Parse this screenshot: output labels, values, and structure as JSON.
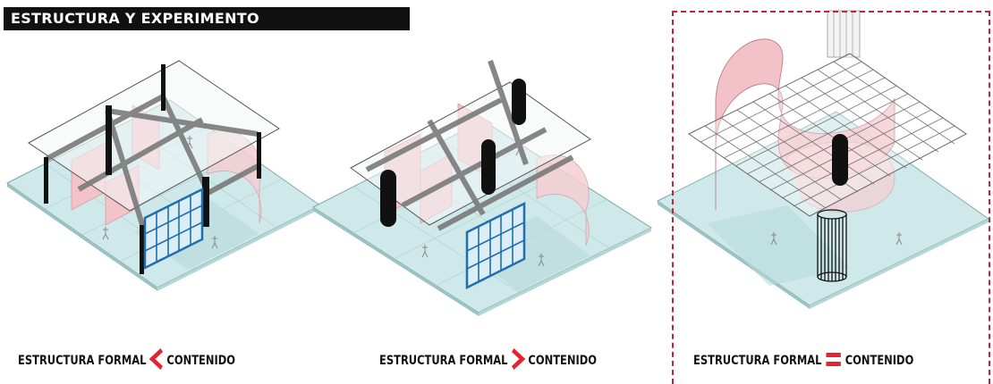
{
  "title": "ESTRUCTURA Y  EXPERIMENTO",
  "colors": {
    "accent_red": "#e5232e",
    "frame_dash": "#c8213a",
    "floor": "#cfe9ea",
    "wall_pink": "#f2c3c8",
    "window_blue": "#1f6fb0",
    "column": "#111111"
  },
  "panels": [
    {
      "left_label": "ESTRUCTURA FORMAL",
      "relation": "less-than",
      "right_label": "CONTENIDO"
    },
    {
      "left_label": "ESTRUCTURA FORMAL",
      "relation": "greater-than",
      "right_label": "CONTENIDO"
    },
    {
      "left_label": "ESTRUCTURA FORMAL",
      "relation": "equals",
      "right_label": "CONTENIDO"
    }
  ]
}
